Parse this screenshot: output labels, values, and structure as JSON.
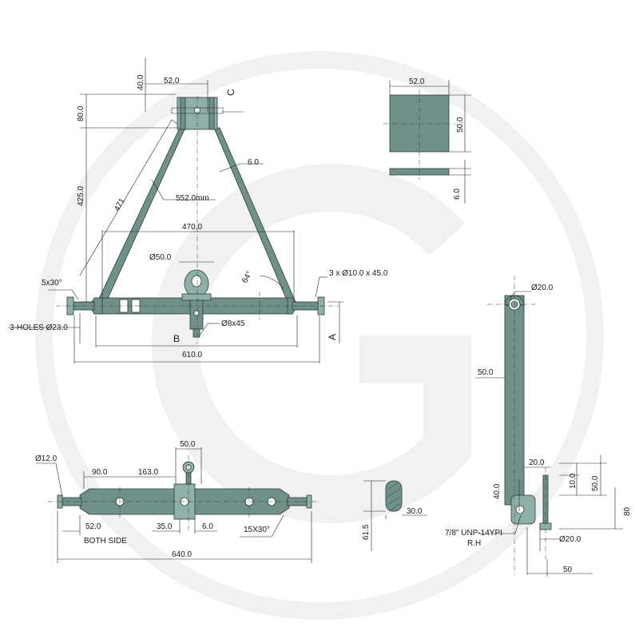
{
  "watermark": {
    "color": "#f0f0f0"
  },
  "colors": {
    "part": "#6f9189",
    "part_light": "#8fb0a8",
    "outline": "#2b3b37",
    "line": "#222222"
  },
  "frame": {
    "dims": {
      "d52_top": "52.0",
      "d40_top": "40.0",
      "d80": "80.0",
      "d425": "425.0",
      "d471": "471",
      "d552": "552.0mm",
      "d6_arm": "6.0",
      "d470": "470.0",
      "d50_ball": "Ø50.0",
      "angle64": "64°",
      "holes_3x": "3 x Ø10.0 x 45.0",
      "chamfer_5x30": "5x30°",
      "holes3": "3-HOLES Ø23.0",
      "pin8x45": "Ø8x45",
      "d610": "610.0"
    },
    "labels": {
      "A": "A",
      "B": "B",
      "C": "C"
    }
  },
  "plate": {
    "dims": {
      "w": "52.0",
      "h": "50.0",
      "t": "6.0"
    }
  },
  "bar": {
    "dims": {
      "d12": "Ø12.0",
      "d90": "90.0",
      "d163": "163.0",
      "d50": "50.0",
      "d52": "52.0",
      "both_side": "BOTH SIDE",
      "d35": "35.0",
      "d6": "6.0",
      "chamfer15": "15X30°",
      "d640": "640.0"
    }
  },
  "section": {
    "dims": {
      "h": "61.5",
      "w": "30.0"
    }
  },
  "arm": {
    "dims": {
      "d20_top": "Ø20.0",
      "d50_width": "50.0",
      "d20": "20.0",
      "d10": "10.0",
      "d50_right": "50.0",
      "d40": "40.0",
      "d80": "80",
      "thread": "7/8\" UNP-14YPI",
      "rh": "R.H",
      "d20_hole": "Ø20.0",
      "d50_bottom": "50"
    }
  }
}
